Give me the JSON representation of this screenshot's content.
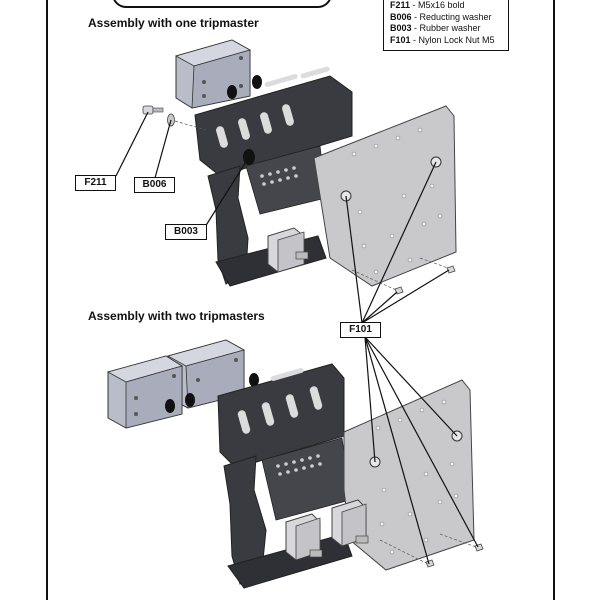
{
  "legend": {
    "items": [
      {
        "code": "F211",
        "desc": "M5x16 bold"
      },
      {
        "code": "B006",
        "desc": "Reducting washer"
      },
      {
        "code": "B003",
        "desc": "Rubber washer"
      },
      {
        "code": "F101",
        "desc": "Nylon Lock Nut M5"
      }
    ]
  },
  "headings": {
    "one": "Assembly with one tripmaster",
    "two": "Assembly with two tripmasters"
  },
  "callouts": {
    "f211": "F211",
    "b006": "B006",
    "b003": "B003",
    "f101": "F101"
  },
  "colors": {
    "bracket_dark": "#3a3b40",
    "plate_light": "#c9c9cc",
    "device_body": "#b9bdc9",
    "clamp": "#d8d8dc"
  }
}
